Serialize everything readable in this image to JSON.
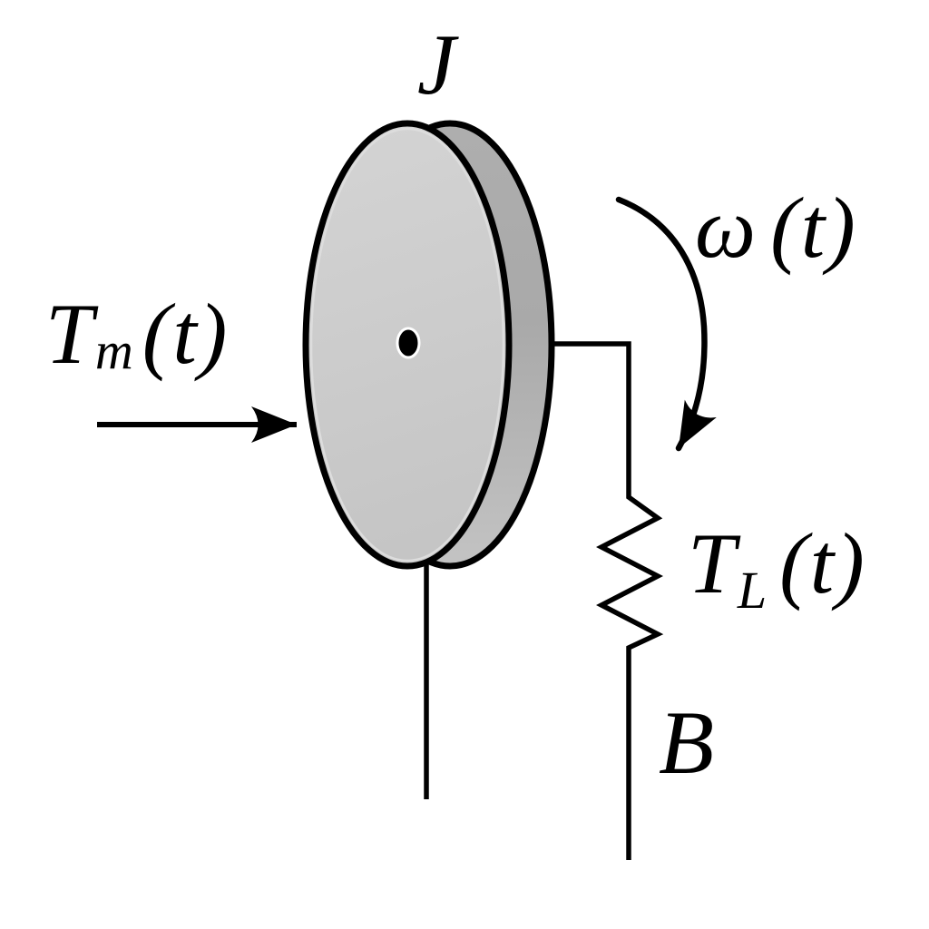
{
  "figure": {
    "description": "Rotational mechanical system: inertia disk with input torque, angular velocity and viscous damper load",
    "labels": {
      "inertia": "J",
      "input_torque": {
        "base": "T",
        "sub": "m",
        "args": "(t)"
      },
      "angular_velocity": {
        "base": "ω",
        "args": "(t)"
      },
      "load_torque": {
        "base": "T",
        "sub": "L",
        "args": "(t)"
      },
      "damping": "B"
    },
    "colors": {
      "background": "#ffffff",
      "outline": "#000000",
      "disk_face_top": "#d4d4d4",
      "disk_face_bottom": "#c5c5c5",
      "disk_rim_top": "#aeaeae",
      "disk_rim_bottom": "#c3c3c3",
      "face_highlight": "#dddddd",
      "hub_ring": "#ffffff"
    }
  }
}
